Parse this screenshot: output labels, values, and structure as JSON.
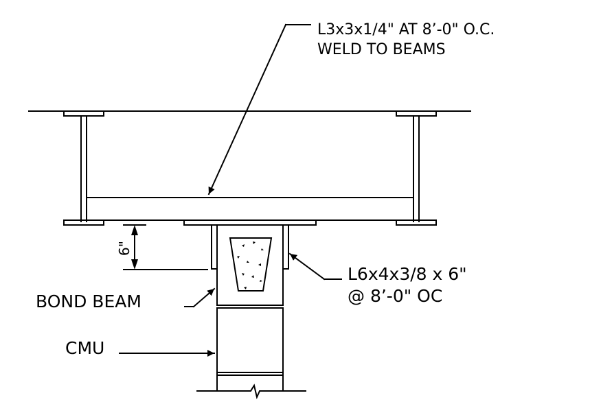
{
  "labels": {
    "angle_top_line1": "L3x3x1/4\" AT 8’-0\" O.C.",
    "angle_top_line2": "WELD TO BEAMS",
    "angle_bottom_line1": "L6x4x3/8 x 6\"",
    "angle_bottom_line2": "@ 8’-0\" OC",
    "bond_beam": "BOND BEAM",
    "cmu": "CMU",
    "dimension": "6\""
  },
  "colors": {
    "line": "#000000",
    "background": "#ffffff"
  }
}
